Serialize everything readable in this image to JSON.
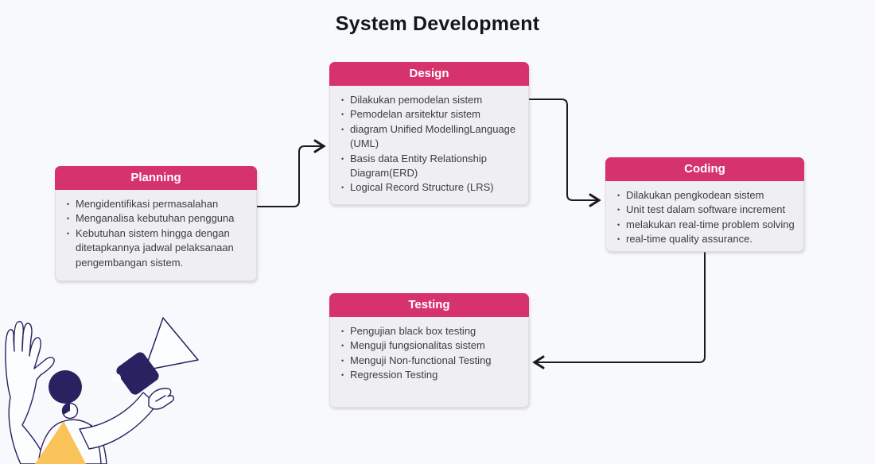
{
  "title": "System Development",
  "colors": {
    "accent_pink": "#d6336c",
    "box_bg": "#efeff1",
    "page_bg": "#f8f9fc",
    "text": "#3c3c42",
    "title": "#15151c",
    "connector": "#1b1b1b",
    "illustration_navy": "#2a2160",
    "illustration_yellow": "#f9c35a"
  },
  "boxes": [
    {
      "id": "planning",
      "title": "Planning",
      "items": [
        "Mengidentifikasi permasalahan",
        "Menganalisa kebutuhan pengguna",
        "Kebutuhan sistem hingga dengan ditetapkannya jadwal pelaksanaan pengembangan sistem."
      ]
    },
    {
      "id": "design",
      "title": "Design",
      "items": [
        "Dilakukan pemodelan sistem",
        "Pemodelan arsitektur sistem",
        "diagram Unified ModellingLanguage (UML)",
        "Basis data Entity Relationship Diagram(ERD)",
        "Logical Record Structure (LRS)"
      ]
    },
    {
      "id": "coding",
      "title": "Coding",
      "items": [
        "Dilakukan pengkodean sistem",
        "Unit test dalam software increment",
        "melakukan real-time problem solving",
        "real-time quality assurance."
      ]
    },
    {
      "id": "testing",
      "title": "Testing",
      "items": [
        "Pengujian black box testing",
        "Menguji fungsionalitas sistem",
        "Menguji Non-functional Testing",
        "Regression Testing"
      ]
    }
  ],
  "connectors": [
    {
      "from": "planning",
      "to": "design"
    },
    {
      "from": "design",
      "to": "coding"
    },
    {
      "from": "coding",
      "to": "testing"
    }
  ],
  "illustration": {
    "name": "person-with-megaphone"
  }
}
